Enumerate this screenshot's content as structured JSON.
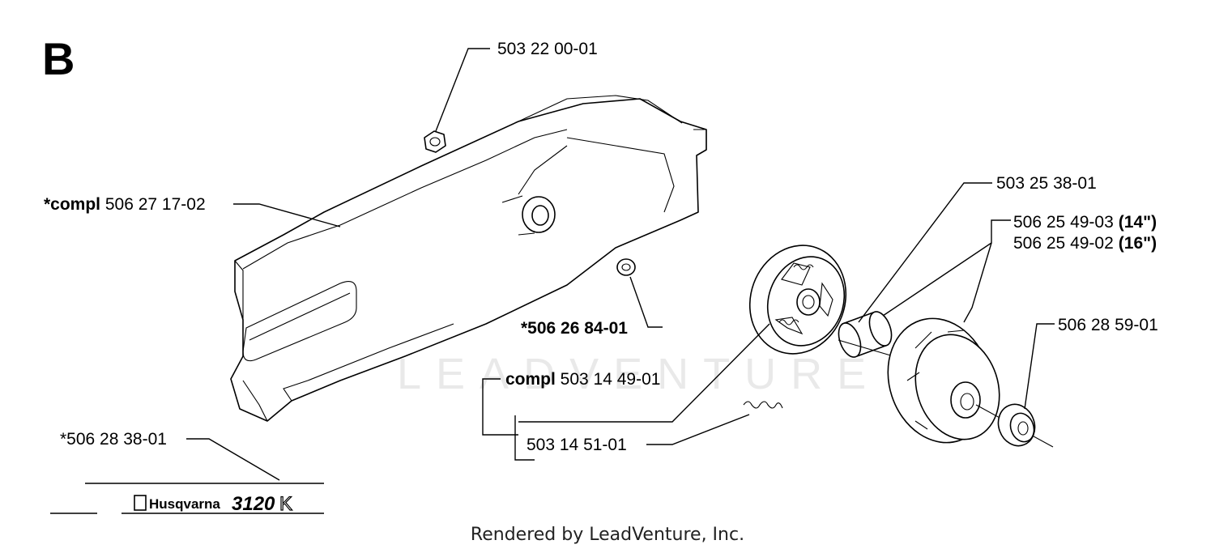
{
  "section_letter": "B",
  "watermark": "LEADVENTURE",
  "footer": "Rendered by LeadVenture, Inc.",
  "labels": {
    "nut_top": "503 22 00-01",
    "cover_prefix": "*compl",
    "cover_number": " 506 27 17-02",
    "washer": "*506 26 84-01",
    "clutch_prefix": "compl",
    "clutch_number": " 503 14 49-01",
    "spring": "503 14 51-01",
    "bearing": "503 25 38-01",
    "drum_14": "506 25 49-03",
    "drum_14_size": "(14\")",
    "drum_16": "506 25 49-02",
    "drum_16_size": "(16\")",
    "end_nut": "506 28 59-01",
    "decal": "*506 28 38-01"
  },
  "decal": {
    "brand": "Husqvarna",
    "model": "3120",
    "model_suffix": "K"
  }
}
